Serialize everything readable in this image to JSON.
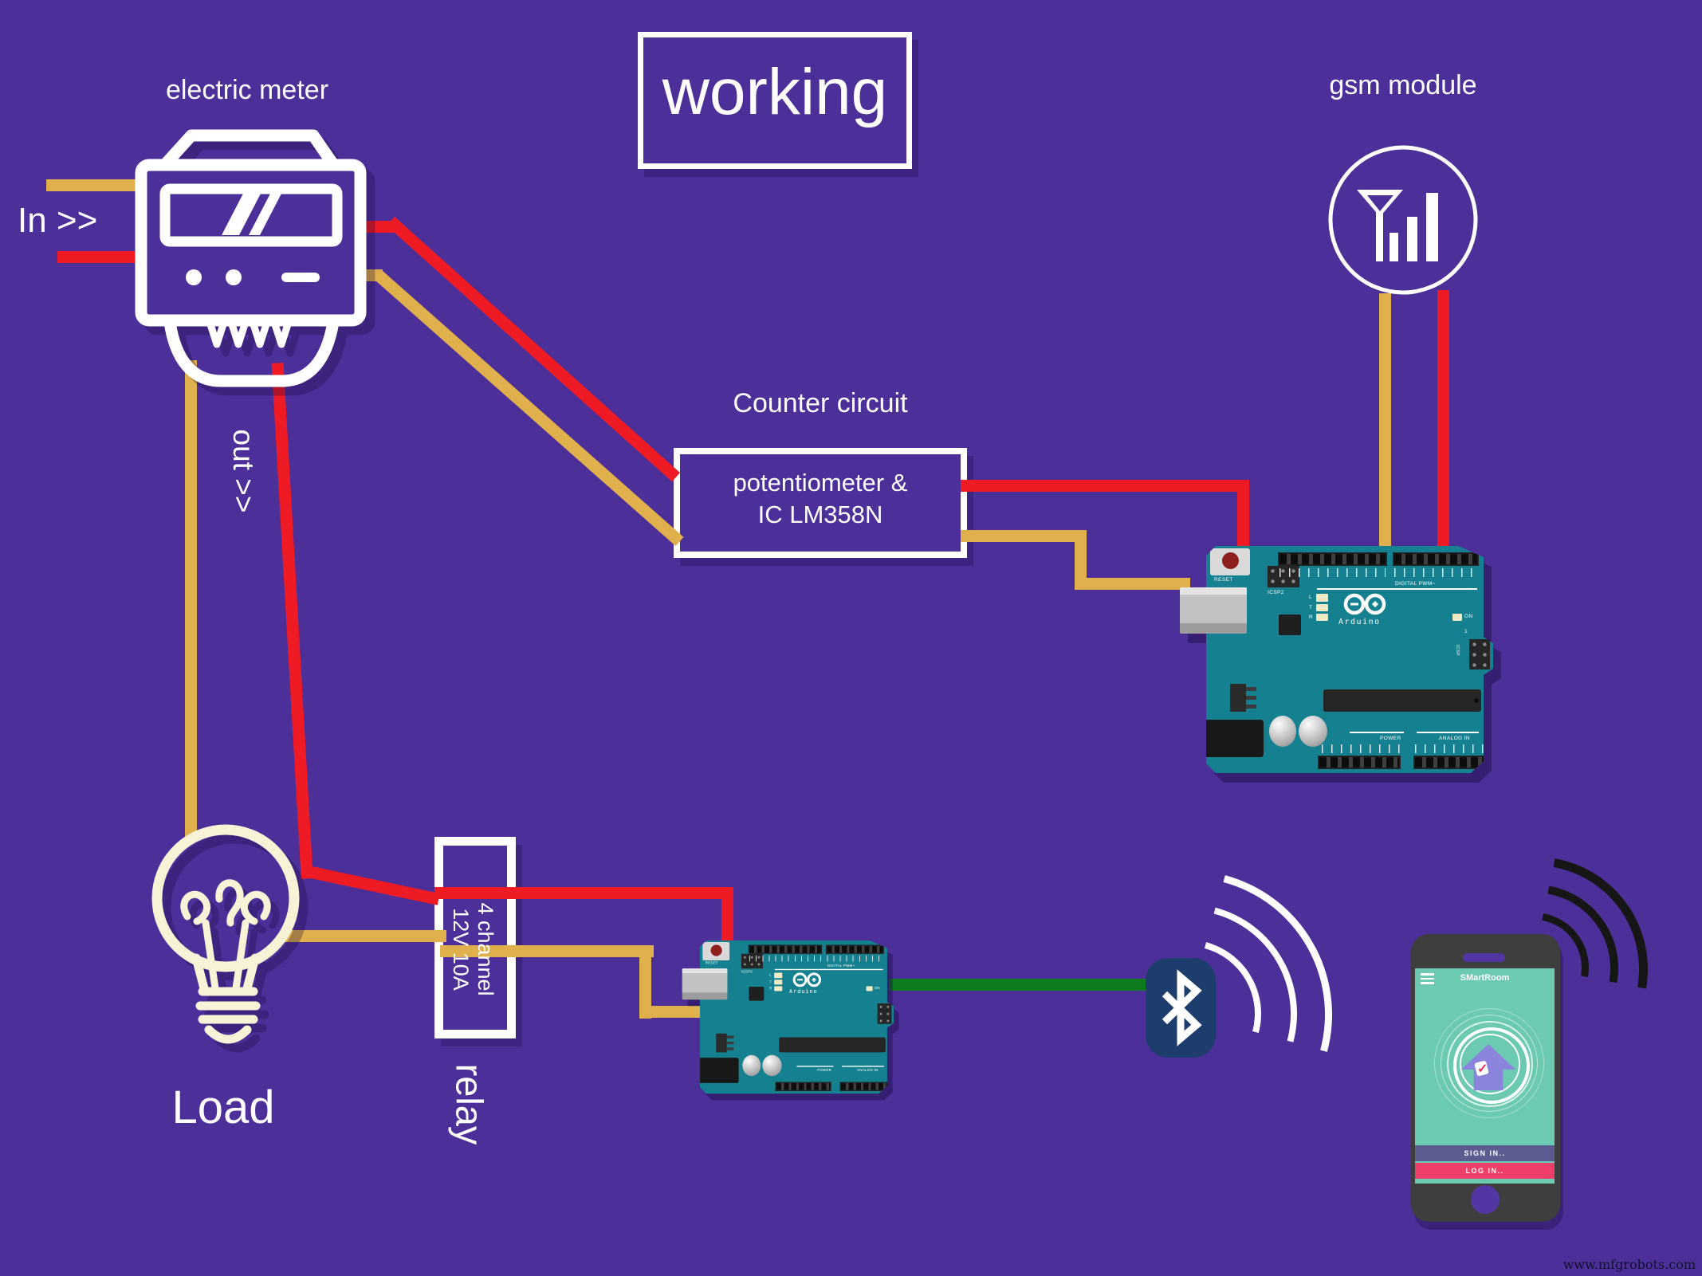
{
  "title": {
    "working": "working"
  },
  "meter": {
    "label": "electric meter",
    "in_label": "In >>",
    "out_label": "out >>"
  },
  "gsm": {
    "label": "gsm module"
  },
  "counter": {
    "label": "Counter circuit",
    "line1": "potentiometer &",
    "line2": "IC LM358N"
  },
  "relay": {
    "line1": "4 channel",
    "line2": "12V 10A",
    "label": "relay"
  },
  "load": {
    "label": "Load"
  },
  "arduino": {
    "reset": "RESET",
    "icsp2": "ICSP2",
    "digital": "DIGITAL  PWM~",
    "l": "L",
    "tx": "T",
    "rx": "R",
    "on": "ON",
    "logo_text": "Arduino",
    "icsp": "ICSP",
    "one": "1",
    "power": "POWER",
    "analog": "ANALOG IN"
  },
  "phone": {
    "app_title": "SMartRoom",
    "sign_in": "SIGN IN..",
    "log_in": "LOG IN.."
  },
  "watermark": "www.mfgrobots.com",
  "colors": {
    "background": "#4d2f9a",
    "wire_red": "#ee1b24",
    "wire_yellow": "#e0b04c",
    "wire_green": "#0e7c1e",
    "board_teal": "#15808f",
    "bluetooth_navy": "#1d3d6d",
    "bulb_cream": "#f8f3d6",
    "phone_body": "#3e3e3e",
    "screen_teal": "#6cc9b2",
    "sign_in_bar": "#5c5c91",
    "log_in_bar": "#ee3f69",
    "house_purple": "#8a84dc",
    "white": "#ffffff"
  }
}
